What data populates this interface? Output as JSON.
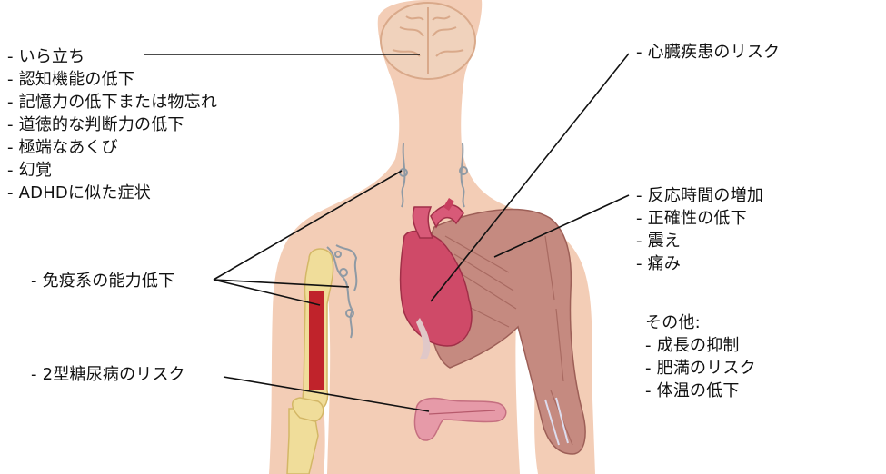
{
  "groups": {
    "brain": [
      "- いら立ち",
      "- 認知機能の低下",
      "- 記憶力の低下または物忘れ",
      "- 道徳的な判断力の低下",
      "- 極端なあくび",
      "- 幻覚",
      "- ADHDに似た症状"
    ],
    "heart": [
      "- 心臓疾患のリスク"
    ],
    "muscle": [
      "- 反応時間の増加",
      "- 正確性の低下",
      "- 震え",
      "- 痛み"
    ],
    "immune": [
      "- 免疫系の能力低下"
    ],
    "pancreas": [
      "- 2型糖尿病のリスク"
    ],
    "other_title": "その他:",
    "other": [
      "- 成長の抑制",
      "- 肥満のリスク",
      "- 体温の低下"
    ]
  },
  "colors": {
    "skin": "#f3cdb6",
    "brain": "#f0d2bc",
    "heart": "#cf4a68",
    "muscle": "#c58a80",
    "bone": "#f0dd9a",
    "marrow": "#c0232b",
    "pancreas": "#e69aa8",
    "lymph": "#8f9aa4"
  }
}
